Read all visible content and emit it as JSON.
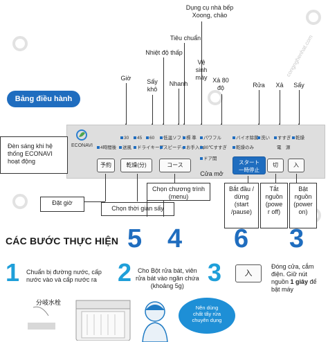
{
  "watermark": "congnghenhat.com",
  "panel_title": "Bảng điều hành",
  "labels": {
    "pot": "Dụng cụ nhà bếp\nXoong, chảo",
    "standard": "Tiêu chuẩn",
    "low_temp": "Nhiệt độ thấp",
    "hygiene": "Vệ\nsinh\nmáy",
    "rinse80": "Xả 80\nđộ",
    "hour": "Giờ",
    "dry": "Sấy\nkhô",
    "quick": "Nhanh",
    "wash": "Rửa",
    "rinse": "Xả",
    "dry2": "Sấy",
    "door_open": "Cửa mở"
  },
  "econavi": {
    "panel_text": "ECONAVI",
    "callout": "Đèn sáng khi hệ\nthống ECONAVI\nhoạt động"
  },
  "panel_pins": {
    "row1": [
      "30",
      "45",
      "60",
      "低温ソフト",
      "標 準",
      "パワフル",
      "バイオ除菌",
      "洗い",
      "すすぎ",
      "乾燥"
    ],
    "row2": [
      "4時間後",
      "送風",
      "ドライキープ",
      "スピーディ",
      "お手入れ",
      "80℃すすぎ",
      "乾燥のみ",
      "電　源"
    ],
    "door": "ドア開"
  },
  "buttons": {
    "timer": "予約",
    "dry": "乾燥(分)",
    "course": "コース",
    "start": "スタート\n一時停止",
    "off": "切",
    "on": "入"
  },
  "callouts": {
    "timer": "Đặt giờ",
    "dry_time": "Chọn thời gian sấy",
    "program": "Chọn chương trình\n(menu)",
    "start": "Bắt đầu /\ndừng\n(start\n/pause)",
    "off": "Tắt\nnguồn\n(powe\nr off)",
    "on": "Bật\nnguồn\n(power\non)"
  },
  "big_numbers": [
    "5",
    "4",
    "6",
    "3"
  ],
  "steps_title": "CÁC BƯỚC THỰC HIỆN",
  "steps": [
    {
      "num": "1",
      "text": "Chuẩn bị đường nước, cấp\nnước vào và cấp nước ra",
      "sub": "分岐水栓"
    },
    {
      "num": "2",
      "text": "Cho Bột rửa bát, viên\nrửa bát vào ngăn chứa\n(khoảng 5g)",
      "bubble": "Nên dùng\nchất tẩy rửa\nchuyên dụng"
    },
    {
      "num": "3",
      "key": "入",
      "text_a": "Đóng cửa, cắm\nđiện. Giữ nút\nnguồn ",
      "text_bold": "1 giây",
      "text_b": " để\nbật máy"
    }
  ],
  "colors": {
    "accent": "#1f6dbf",
    "step_blue": "#1f9fd9",
    "panel": "#dedede"
  }
}
